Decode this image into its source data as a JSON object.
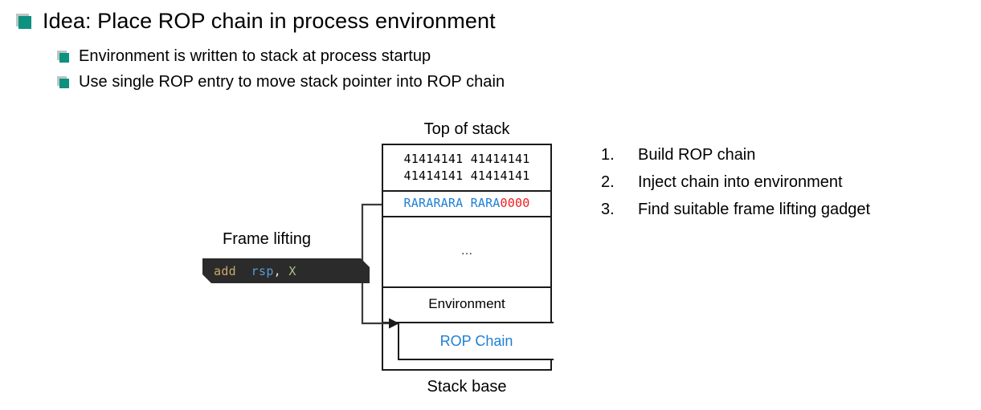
{
  "slide": {
    "bullets": [
      {
        "level": 1,
        "text": "Idea: Place ROP chain in process environment"
      },
      {
        "level": 2,
        "text": "Environment is written to stack at process startup"
      },
      {
        "level": 2,
        "text": "Use single ROP entry to move stack pointer into ROP chain"
      }
    ]
  },
  "diagram": {
    "top_label": "Top of stack",
    "base_label": "Stack base",
    "cells": {
      "hex_line_1": "41414141 41414141",
      "hex_line_2": "41414141 41414141",
      "ra_blue": "RARARARA RARA",
      "ra_red": "0000",
      "ellipsis": "…",
      "environment": "Environment",
      "rop_chain": "ROP Chain"
    },
    "callout": {
      "title": "Frame lifting",
      "code_op": "add",
      "code_gap": "  ",
      "code_reg": "rsp",
      "code_punct": ",",
      "code_val": "X"
    }
  },
  "steps": [
    {
      "num": "1.",
      "text": "Build ROP chain"
    },
    {
      "num": "2.",
      "text": "Inject chain into environment"
    },
    {
      "num": "3.",
      "text": "Find suitable frame lifting gadget"
    }
  ],
  "colors": {
    "bullet_teal": "#0d9180",
    "bullet_shadow": "#b9c7c4",
    "blue_text": "#1f7fd4",
    "red_text": "#ee1c1c",
    "code_bg": "#2b2b2b",
    "code_op": "#c9a86a",
    "code_reg": "#5b9bd5",
    "code_val": "#a9c48a",
    "stroke": "#1a1a1a"
  }
}
